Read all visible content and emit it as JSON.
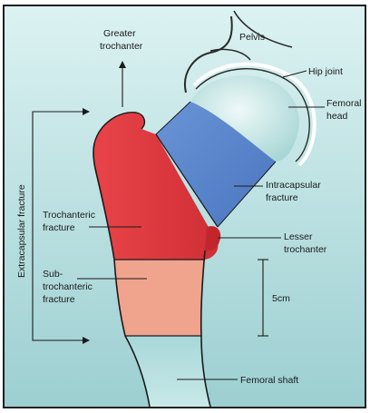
{
  "colors": {
    "background_top": "#d9f1f1",
    "background_bottom": "#9ed0d2",
    "extracapsular_region": "#e23b40",
    "intracapsular_region": "#5b86cc",
    "subtrochanteric_region": "#f0a48e",
    "femoral_head": "#dff3f2",
    "outline": "#1a1a1a"
  },
  "labels": {
    "greater_trochanter_line1": "Greater",
    "greater_trochanter_line2": "trochanter",
    "pelvis": "Pelvis",
    "hip_joint": "Hip joint",
    "femoral_head_line1": "Femoral",
    "femoral_head_line2": "head",
    "intracapsular_line1": "Intracapsular",
    "intracapsular_line2": "fracture",
    "trochanteric_line1": "Trochanteric",
    "trochanteric_line2": "fracture",
    "lesser_trochanter_line1": "Lesser",
    "lesser_trochanter_line2": "trochanter",
    "subtrochanteric_line1": "Sub-",
    "subtrochanteric_line2": "trochanteric",
    "subtrochanteric_line3": "fracture",
    "measure": "5cm",
    "femoral_shaft": "Femoral shaft",
    "extracapsular": "Extracapsular fracture"
  }
}
